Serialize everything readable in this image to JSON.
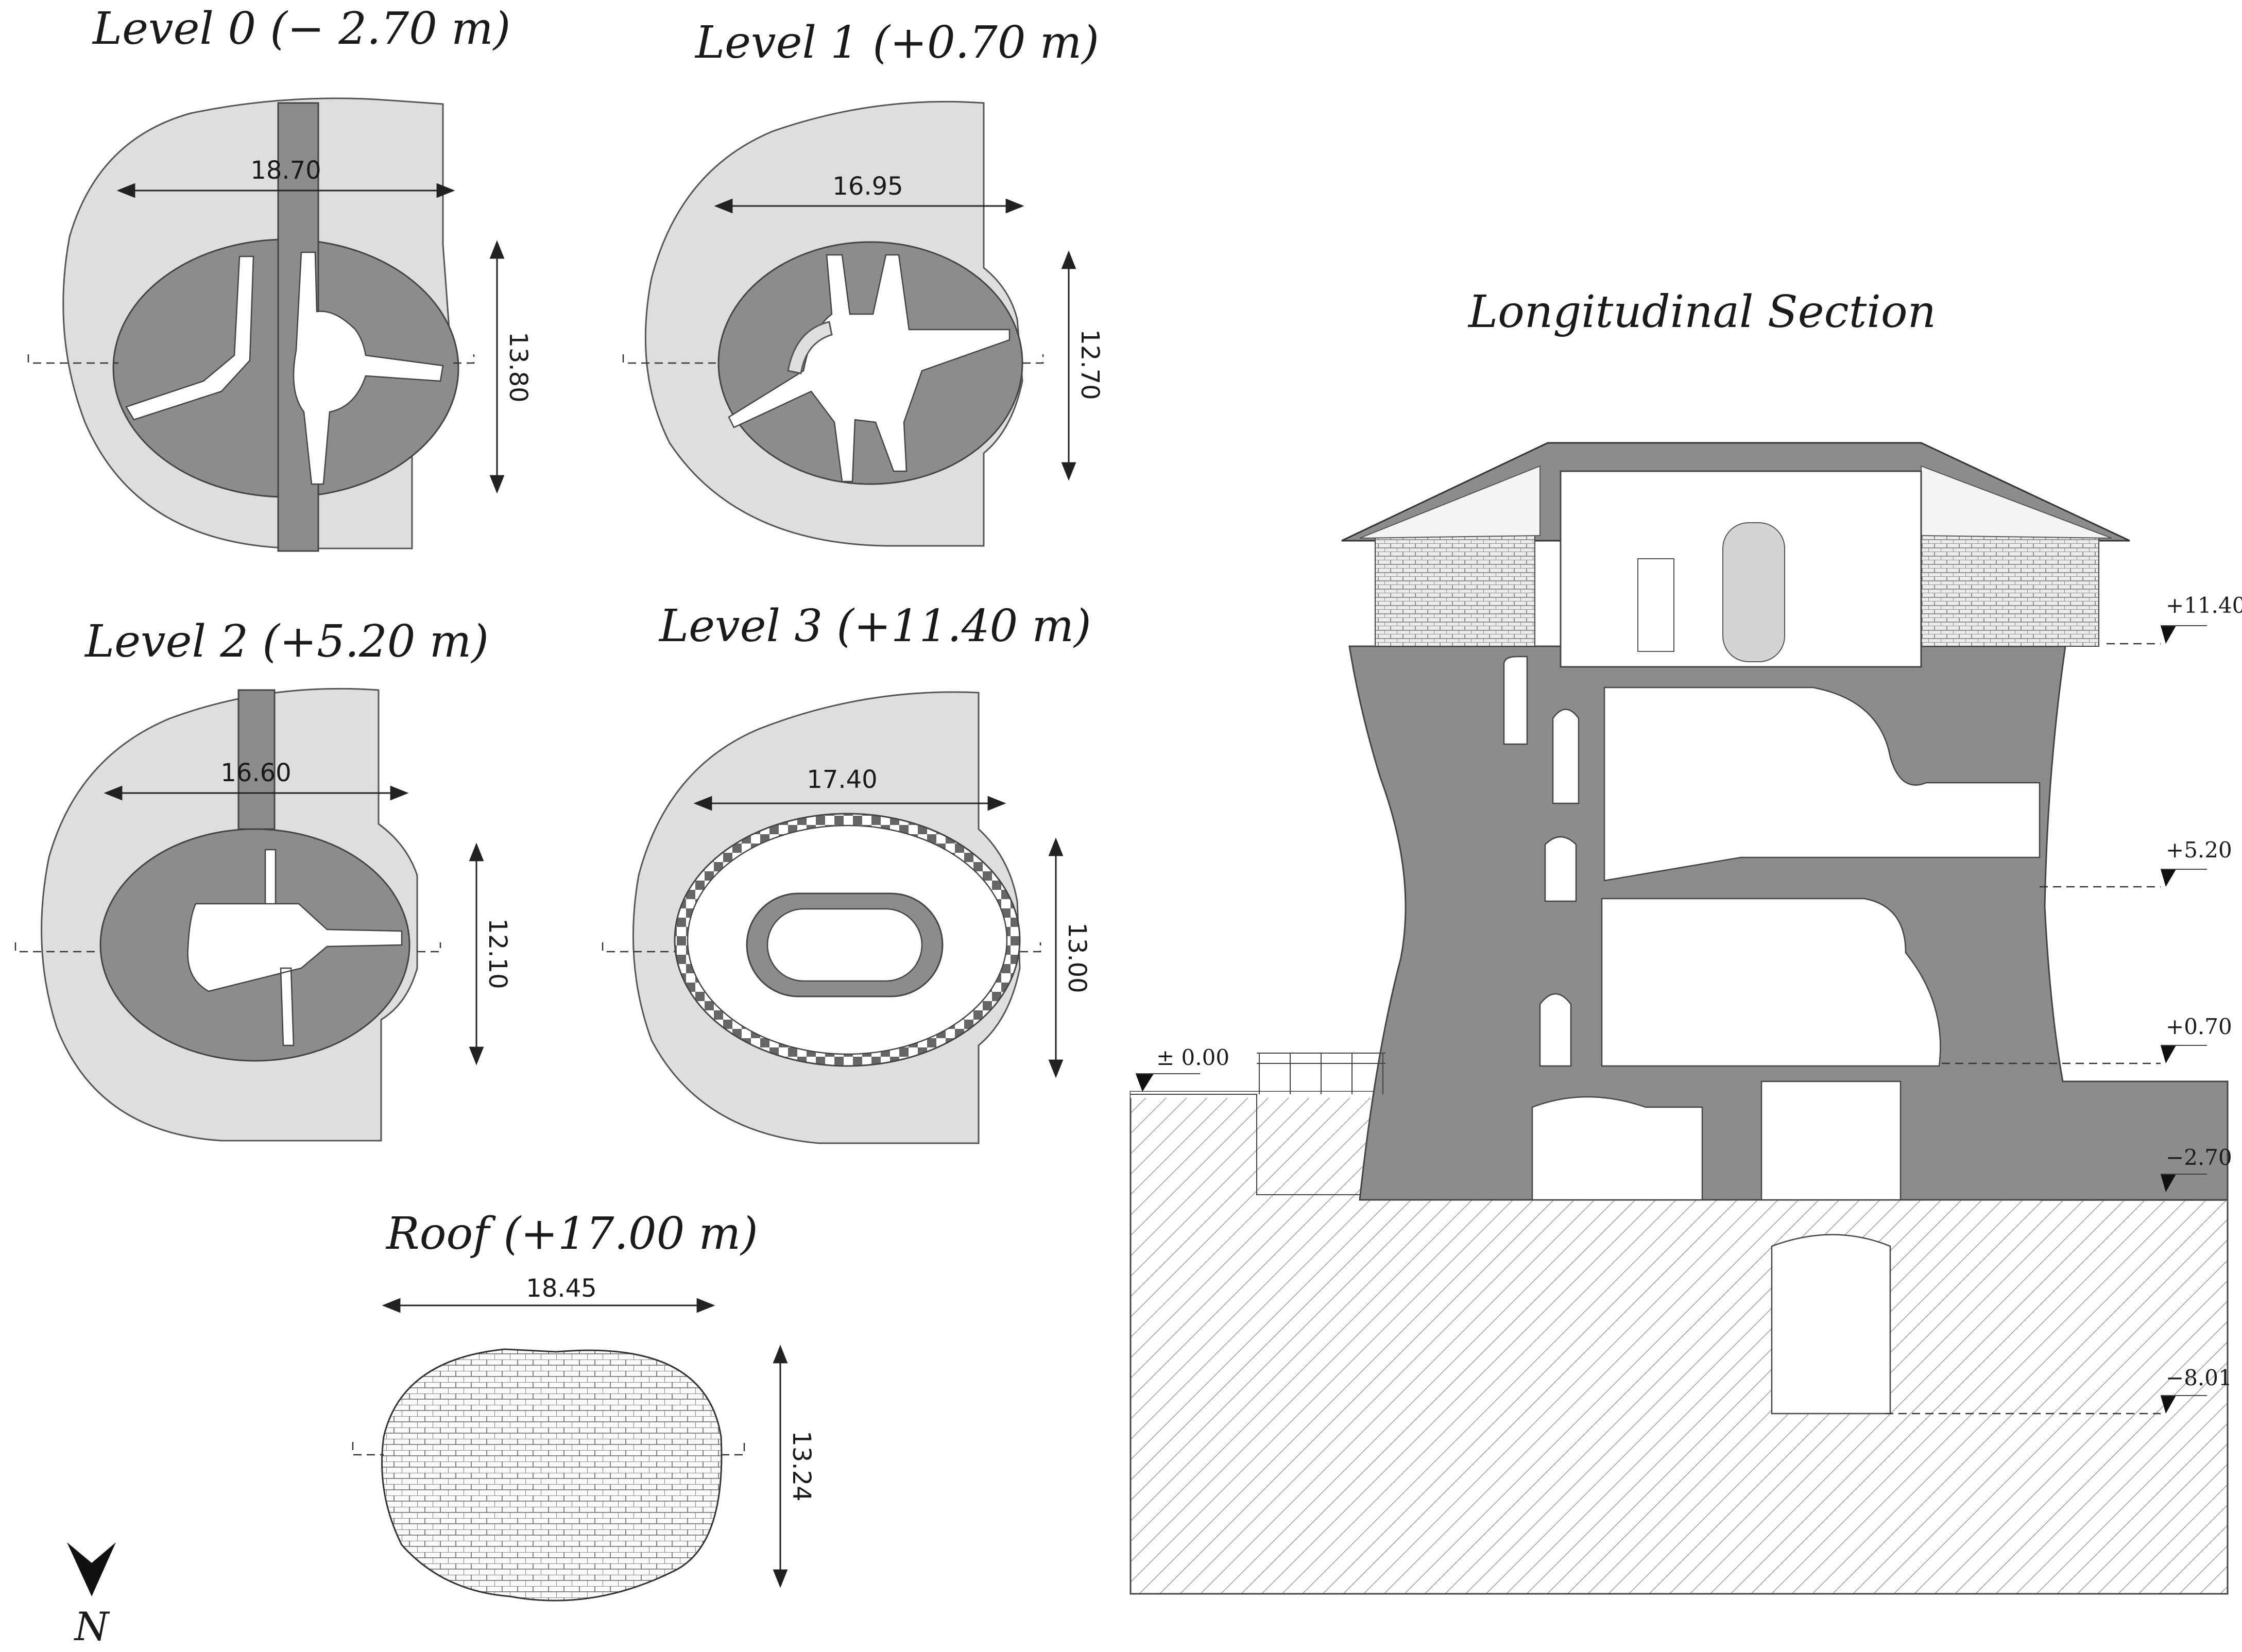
{
  "plans": [
    {
      "title": "Level 0 (− 2.70 m)",
      "width": "18.70",
      "depth": "13.80"
    },
    {
      "title": "Level 1 (+0.70 m)",
      "width": "16.95",
      "depth": "12.70"
    },
    {
      "title": "Level 2 (+5.20 m)",
      "width": "16.60",
      "depth": "12.10"
    },
    {
      "title": "Level 3 (+11.40 m)",
      "width": "17.40",
      "depth": "13.00"
    },
    {
      "title": "Roof  (+17.00 m)",
      "width": "18.45",
      "depth": "13.24"
    }
  ],
  "north_label": "N",
  "section": {
    "title": "Longitudinal Section",
    "elevations": [
      "+11.40",
      "+5.20",
      "+0.70",
      "± 0.00",
      "−2.70",
      "−8.01"
    ]
  },
  "colors": {
    "wall_dark": "#8c8c8c",
    "wall_light": "#dedede",
    "void": "#ffffff",
    "ink": "#1a1a1a"
  }
}
